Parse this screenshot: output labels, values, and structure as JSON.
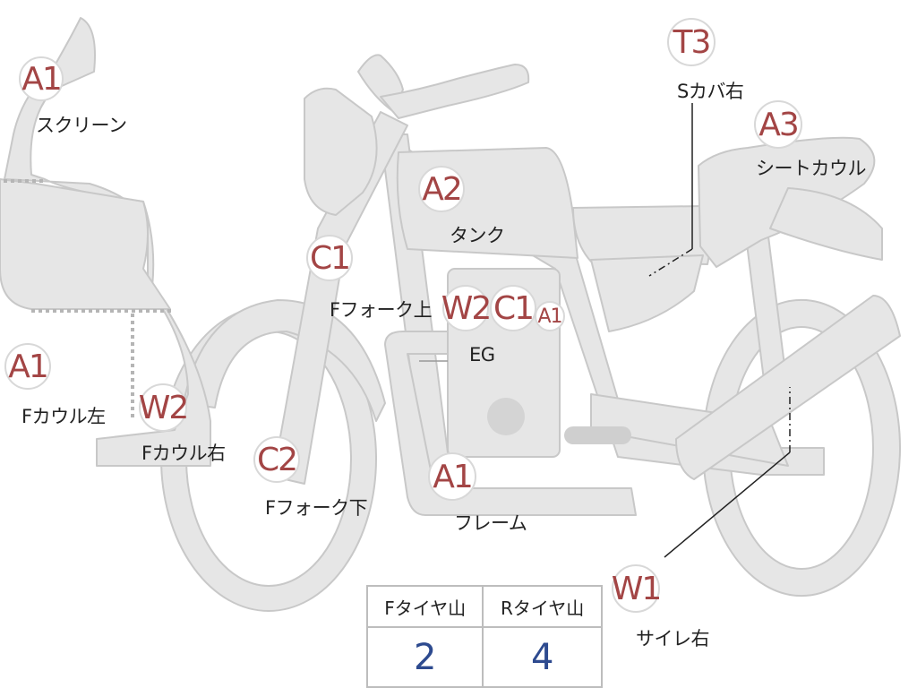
{
  "markers": [
    {
      "id": "screen",
      "code": "A1",
      "label": "スクリーン"
    },
    {
      "id": "f-cowl-left",
      "code": "A1",
      "label": "Fカウル左"
    },
    {
      "id": "f-cowl-right",
      "code": "W2",
      "label": "Fカウル右"
    },
    {
      "id": "f-fork-upper",
      "code": "C1",
      "label": "Fフォーク上"
    },
    {
      "id": "f-fork-lower",
      "code": "C2",
      "label": "Fフォーク下"
    },
    {
      "id": "tank",
      "code": "A2",
      "label": "タンク"
    },
    {
      "id": "eg-w",
      "code": "W2",
      "label": "EG"
    },
    {
      "id": "eg-c",
      "code": "C1",
      "label": ""
    },
    {
      "id": "eg-a",
      "code": "A1",
      "label": ""
    },
    {
      "id": "frame",
      "code": "A1",
      "label": "フレーム"
    },
    {
      "id": "s-cover-right",
      "code": "T3",
      "label": "Sカバ右"
    },
    {
      "id": "seat-cowl",
      "code": "A3",
      "label": "シートカウル"
    },
    {
      "id": "silencer-right",
      "code": "W1",
      "label": "サイレ右"
    }
  ],
  "tire_table": {
    "headers": [
      "Fタイヤ山",
      "Rタイヤ山"
    ],
    "values": [
      "2",
      "4"
    ]
  },
  "colors": {
    "part_fill": "#e6e6e6",
    "part_stroke": "#c8c8c8",
    "code_text": "#a34545",
    "tire_value_text": "#2d4a8f"
  }
}
